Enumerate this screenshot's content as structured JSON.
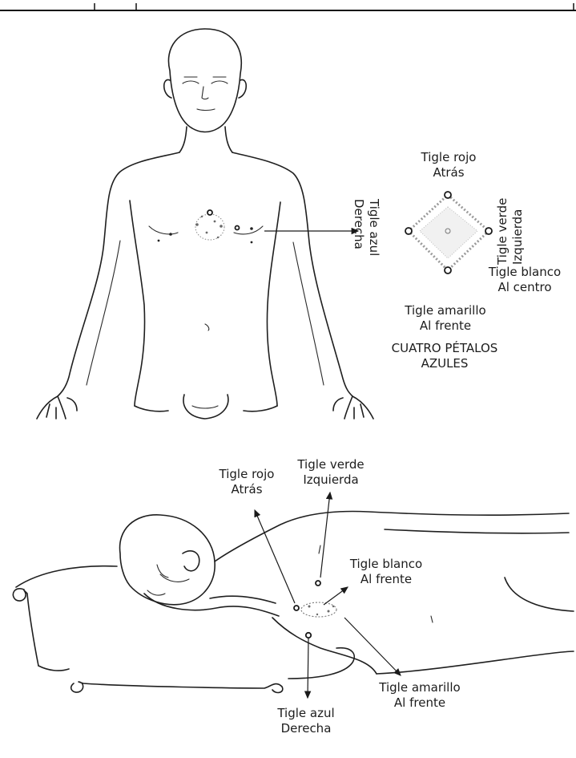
{
  "front_view": {
    "diagram_labels": {
      "top": [
        "Tigle rojo",
        "Atrás"
      ],
      "left": [
        "Tigle azul",
        "Derecha"
      ],
      "right": [
        "Tigle verde",
        "Izquierda"
      ],
      "center": [
        "Tigle blanco",
        "Al centro"
      ],
      "bottom": [
        "Tigle amarillo",
        "Al frente"
      ]
    },
    "caption": [
      "CUATRO PÉTALOS",
      "AZULES"
    ]
  },
  "side_view": {
    "labels": {
      "red": [
        "Tigle rojo",
        "Atrás"
      ],
      "green": [
        "Tigle verde",
        "Izquierda"
      ],
      "white": [
        "Tigle blanco",
        "Al frente"
      ],
      "yellow": [
        "Tigle amarillo",
        "Al frente"
      ],
      "blue": [
        "Tigle azul",
        "Derecha"
      ]
    }
  }
}
